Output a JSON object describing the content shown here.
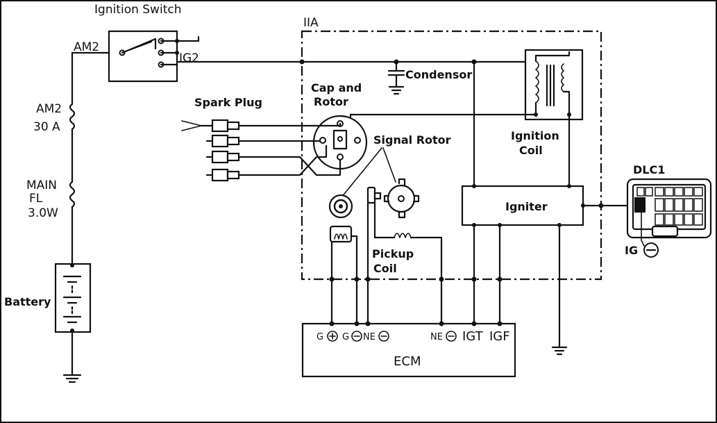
{
  "labels": {
    "ignition_switch": "Ignition Switch",
    "am2_switch": "AM2",
    "ig2": "IG2",
    "am2_fuse": "AM2",
    "am2_fuse_rating": "30 A",
    "main_fl": "MAIN",
    "main_fl_2": "FL",
    "main_fl_rating": "3.0W",
    "battery": "Battery",
    "iia": "IIA",
    "condensor": "Condensor",
    "cap_and": "Cap and",
    "rotor": "Rotor",
    "spark_plug": "Spark Plug",
    "signal_rotor": "Signal Rotor",
    "ignition": "Ignition",
    "coil": "Coil",
    "igniter": "Igniter",
    "dlc1": "DLC1",
    "ig_minus": "IG",
    "pickup": "Pickup",
    "pickup_coil": "Coil",
    "ecm": "ECM",
    "g_plus": "G",
    "g_minus": "G",
    "ne_minus_1": "NE",
    "ne_minus_2": "NE",
    "igt": "IGT",
    "igf": "IGF"
  }
}
